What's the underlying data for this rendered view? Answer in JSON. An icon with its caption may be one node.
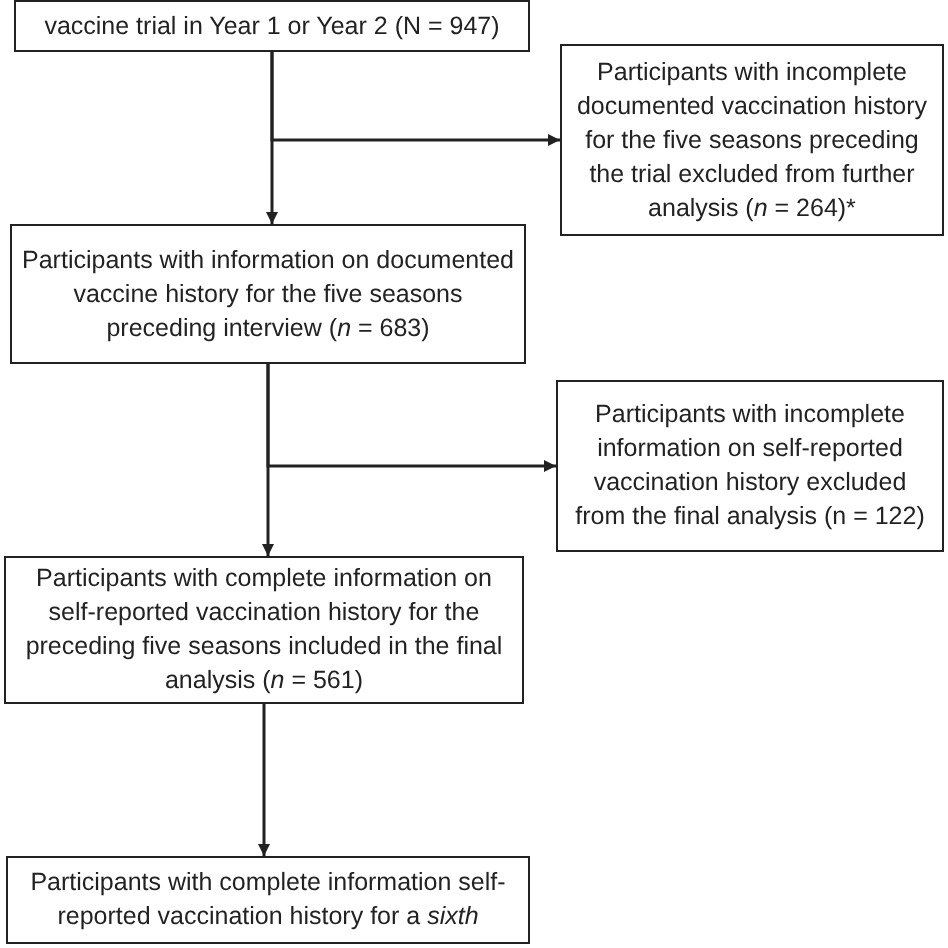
{
  "diagram": {
    "nodes": [
      {
        "text": [
          "vaccine trial in Year 1 or Year 2 (N = 947)"
        ]
      },
      {
        "text": [
          "Participants with incomplete documented vaccination history for the five seasons preceding the trial excluded from further analysis (*n* = 264)*"
        ]
      },
      {
        "text": [
          "Participants with information on documented vaccine history for the five seasons preceding interview (*n* = 683)"
        ]
      },
      {
        "text": [
          "Participants with incomplete information on self-reported vaccination history excluded from the final analysis (n = 122)"
        ]
      },
      {
        "text": [
          "Participants with complete information on self-reported vaccination history for the preceding five seasons included in the final analysis (*n* = 561)"
        ]
      },
      {
        "text": [
          "Participants with complete information self-reported vaccination history for a *sixth*"
        ]
      }
    ],
    "edges": [
      {
        "from": 0,
        "to": 2,
        "arrow": "to"
      },
      {
        "from": 0,
        "to": 1,
        "arrow": "to"
      },
      {
        "from": 2,
        "to": 4,
        "arrow": "to"
      },
      {
        "from": 2,
        "to": 3,
        "arrow": "to"
      },
      {
        "from": 4,
        "to": 5,
        "arrow": "to"
      }
    ]
  }
}
